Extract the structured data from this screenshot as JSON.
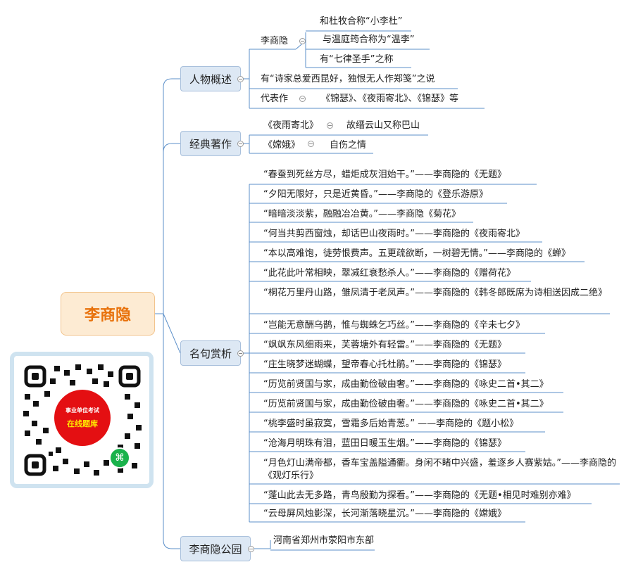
{
  "root": {
    "title": "李商隐"
  },
  "branches": {
    "overview": {
      "label": "人物概述",
      "person": "李商隐",
      "facts": [
        "和杜牧合称“小李杜”",
        "与温庭筠合称为“温李”",
        "有“七律圣手”之称"
      ],
      "quote_note": "有“诗家总爱西昆好，独恨无人作郑笺”之说",
      "works_label": "代表作",
      "works": "《锦瑟》、《夜雨寄北》、《锦瑟》等"
    },
    "classics": {
      "label": "经典著作",
      "items": [
        {
          "title": "《夜雨寄北》",
          "note": "故缙云山又称巴山"
        },
        {
          "title": "《嫦娥》",
          "note": "自伤之情"
        }
      ]
    },
    "quotes": {
      "label": "名句赏析",
      "items": [
        "“春蚕到死丝方尽，蜡炬成灰泪始干。”——李商隐的《无题》",
        "“夕阳无限好，只是近黄昏。”——李商隐的《登乐游原》",
        "“暗暗淡淡紫，融融冶冶黄。”——李商隐《菊花》",
        "“何当共剪西窗烛，却话巴山夜雨时。”——李商隐的《夜雨寄北》",
        "“本以高难饱，徒劳恨费声。五更疏欲断，一树碧无情。”——李商隐的《蝉》",
        "“此花此叶常相映，翠减红衰愁杀人。”——李商隐的《赠荷花》",
        "“桐花万里丹山路，雏凤清于老凤声。”——李商隐的《韩冬郎既席为诗相送因成二绝》",
        "“岂能无意酬乌鹊，惟与蜘蛛乞巧丝。”——李商隐的《辛未七夕》",
        "“飒飒东风细雨来，芙蓉塘外有轻雷。”——李商隐的《无题》",
        "“庄生晓梦迷蝴蝶，望帝春心托杜鹃。”——李商隐的《锦瑟》",
        "“历览前贤国与家，成由勤俭破由奢。”——李商隐的《咏史二首•其二》",
        "“历览前贤国与家，成由勤俭破由奢。”——李商隐的《咏史二首•其二》",
        "“桃李盛时虽寂寞，雪霜多后始青葱。”  ——李商隐的《题小松》",
        "“沧海月明珠有泪，蓝田日暖玉生烟。”——李商隐的《锦瑟》",
        "“月色灯山满帝都，香车宝盖隘通衢。身闲不睹中兴盛，羞逐乡人赛紫姑。”——李商隐的《观灯乐行》",
        "“蓬山此去无多路，青鸟殷勤为探看。”——李商隐的《无题•相见时难别亦难》",
        "“云母屏风烛影深，长河渐落晓星沉。”——李商隐的《嫦娥》"
      ]
    },
    "park": {
      "label": "李商隐公园",
      "location": "河南省郑州市荥阳市东部"
    }
  },
  "qr": {
    "line1": "事业单位考试",
    "line2": "在线题库"
  },
  "colors": {
    "line": "#5b8fc9",
    "root_fill": "#fdebd3",
    "root_text": "#e8720c",
    "branch_fill": "#dde8f4"
  }
}
